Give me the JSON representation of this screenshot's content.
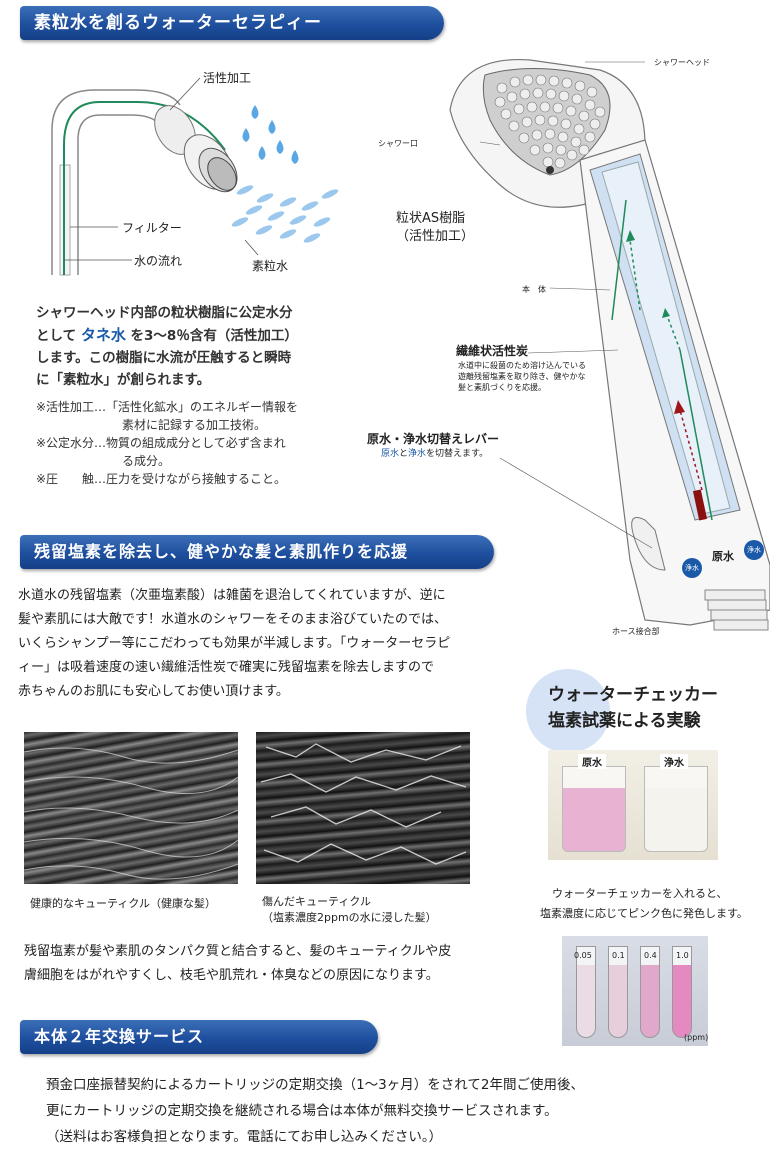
{
  "section1": {
    "title": "素粒水を創るウォーターセラピィー",
    "diagram_labels": {
      "activation": "活性加工",
      "filter": "フィルター",
      "water_flow": "水の流れ",
      "soryusui": "素粒水"
    },
    "para_a": "シャワーヘッド内部の粒状樹脂に公定水分",
    "para_b1": "として",
    "para_b_em": "タネ水",
    "para_b2": "を3～8％含有（活性加工）",
    "para_c": "します。この樹脂に水流が圧触すると瞬時",
    "para_d": "に「素粒水」が創られます。",
    "notes": [
      "※活性加工…「活性化鉱水」のエネルギー情報を",
      "素材に記録する加工技術。",
      "※公定水分…物質の組成成分として必ず含まれ",
      "る成分。",
      "※圧　　触…圧力を受けながら接触すること。"
    ]
  },
  "shower": {
    "head_label": "シャワーヘッド",
    "mouth_label": "シャワー口",
    "resin_title_1": "粒状AS樹脂",
    "resin_title_2": "（活性加工）",
    "body_label": "本　体",
    "carbon_title": "繊維状活性炭",
    "carbon_desc": [
      "水道中に殺菌のため溶け込んでいる",
      "遊離残留塩素を取り除き、健やかな",
      "髪と素肌づくりを応援。"
    ],
    "lever_title": "原水・浄水切替えレバー",
    "lever_desc_1": "原水",
    "lever_desc_2": "と",
    "lever_desc_3": "浄水",
    "lever_desc_4": "を切替えます。",
    "raw_label": "原水",
    "pure_label": "浄水",
    "hose_label": "ホース接合部"
  },
  "section2": {
    "title": "残留塩素を除去し、健やかな髪と素肌作りを応援",
    "body": [
      "水道水の残留塩素（次亜塩素酸）は雑菌を退治してくれていますが、逆に",
      "髪や素肌には大敵です！水道水のシャワーをそのまま浴びていたのでは、",
      "いくらシャンプー等にこだわっても効果が半減します。「ウォーターセラピ",
      "ィー」は吸着速度の速い繊維活性炭で確実に残留塩素を除去しますので",
      "赤ちゃんのお肌にも安心してお使い頂けます。"
    ],
    "caption_healthy": "健康的なキューティクル（健康な髪）",
    "caption_damaged_1": "傷んだキューティクル",
    "caption_damaged_2": "（塩素濃度2ppmの水に浸した髪）",
    "footer": [
      "残留塩素が髪や素肌のタンパク質と結合すると、髪のキューティクルや皮",
      "膚細胞をはがれやすくし、枝毛や肌荒れ・体臭などの原因になります。"
    ]
  },
  "checker": {
    "title_1": "ウォーターチェッカー",
    "title_2": "塩素試薬による実験",
    "beaker_raw": "原水",
    "beaker_pure": "浄水",
    "desc_1": "ウォーターチェッカーを入れると、",
    "desc_2": "塩素濃度に応じてピンク色に発色します。",
    "tubes": [
      "0.05",
      "0.1",
      "0.4",
      "1.0"
    ],
    "unit": "(ppm)"
  },
  "section3": {
    "title": "本体２年交換サービス",
    "lines": [
      "預金口座振替契約によるカートリッジの定期交換（1～3ヶ月）をされて2年間ご使用後、",
      "更にカートリッジの定期交換を継続される場合は本体が無料交換サービスされます。",
      "（送料はお客様負担となります。電話にてお申し込みください。）"
    ]
  },
  "colors": {
    "banner_blue": "#1e4f9e",
    "accent_blue": "#1a5aa8",
    "flow_green": "#1f8a5a",
    "pink": "#e58ac0"
  }
}
